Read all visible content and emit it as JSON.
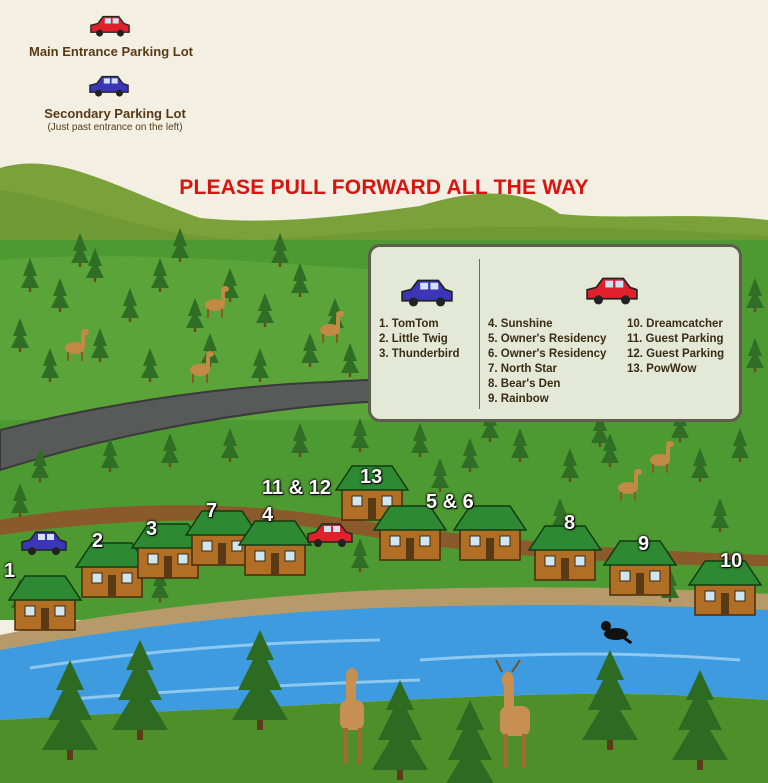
{
  "parking": {
    "main_lot": "Main Entrance Parking Lot",
    "secondary_lot": "Secondary Parking Lot",
    "secondary_note": "(Just past entrance on the left)"
  },
  "notice": "PLEASE PULL FORWARD ALL THE WAY",
  "key": {
    "blue_lot": [
      "1. TomTom",
      "2. Little Twig",
      "3. Thunderbird"
    ],
    "red_lot_col1": [
      "4. Sunshine",
      "5. Owner's Residency",
      "6. Owner's Residency",
      "7. North Star",
      "8. Bear's Den",
      "9. Rainbow"
    ],
    "red_lot_col2": [
      "10. Dreamcatcher",
      "11. Guest Parking",
      "12. Guest Parking",
      "13. PowWow"
    ]
  },
  "cabin_numbers": [
    "1",
    "2",
    "3",
    "7",
    "4",
    "11 & 12",
    "13",
    "5 & 6",
    "8",
    "9",
    "10"
  ],
  "icons": [
    "red-car-icon",
    "blue-car-icon",
    "cabin-icon",
    "deer-icon",
    "magpie-icon",
    "pine-tree-icon",
    "river",
    "road"
  ],
  "colors": {
    "main_lot_car": "#e0212b",
    "secondary_lot_car": "#3b35b8",
    "notice": "#d9140f",
    "forest": "#3f8a2a",
    "river": "#3e9be0",
    "cabin_wood": "#b06f24",
    "cabin_roof": "#2e8a32"
  }
}
